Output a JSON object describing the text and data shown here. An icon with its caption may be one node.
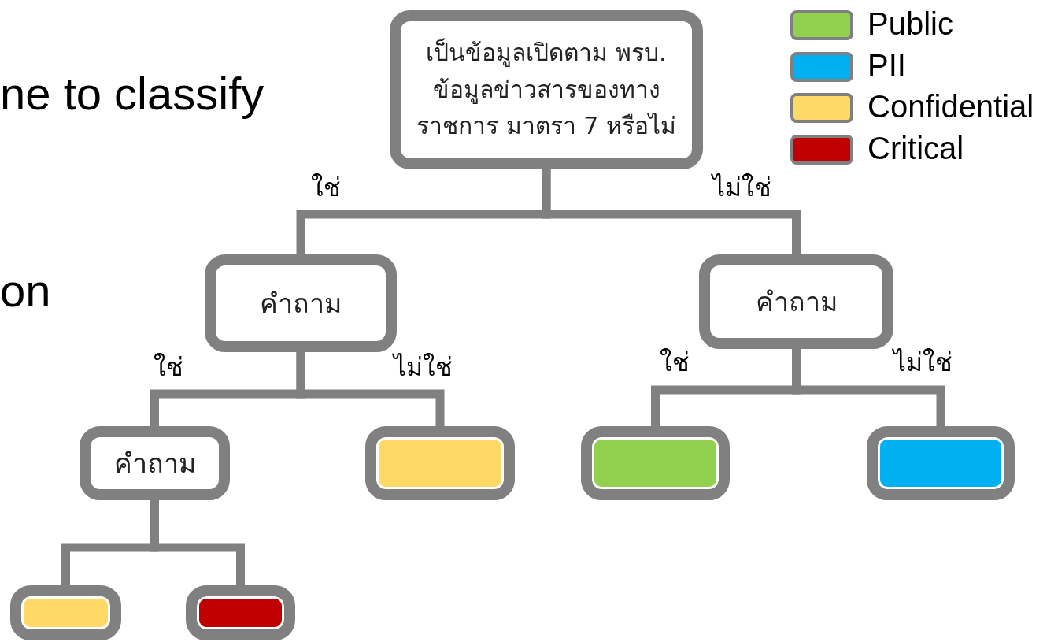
{
  "diagram": {
    "nodes": [
      {
        "text": [
          "เป็นข้อมูลเปิดตาม พรบ. ข้อมูลข่าวสารของทางราชการ มาตรา 7 หรือไม่"
        ]
      },
      {
        "text": [
          "คำถาม"
        ]
      },
      {
        "text": [
          "คำถาม"
        ]
      },
      {
        "text": [
          "คำถาม"
        ]
      },
      {
        "text": [],
        "shape": "box"
      },
      {
        "text": [],
        "shape": "box"
      },
      {
        "text": [],
        "shape": "box"
      },
      {
        "text": [],
        "shape": "box"
      },
      {
        "text": [],
        "shape": "box"
      }
    ],
    "edges": [
      {
        "from": 0,
        "to": 1,
        "arrow": "none",
        "label": "ใช่"
      },
      {
        "from": 0,
        "to": 2,
        "arrow": "none",
        "label": "ไม่ใช่"
      },
      {
        "from": 1,
        "to": 3,
        "arrow": "none",
        "label": "ใช่"
      },
      {
        "from": 1,
        "to": 4,
        "arrow": "none",
        "label": "ไม่ใช่"
      },
      {
        "from": 2,
        "to": 5,
        "arrow": "none",
        "label": "ใช่"
      },
      {
        "from": 2,
        "to": 6,
        "arrow": "none",
        "label": "ไม่ใช่"
      },
      {
        "from": 3,
        "to": 7,
        "arrow": "none"
      },
      {
        "from": 3,
        "to": 8,
        "arrow": "none"
      }
    ],
    "labels": [
      "ne to classify",
      "on"
    ],
    "legend": [
      {
        "text": "Public",
        "color": "#92d050"
      },
      {
        "text": "PII",
        "color": "#00b0f0"
      },
      {
        "text": "Confidential",
        "color": "#ffd966"
      },
      {
        "text": "Critical",
        "color": "#c00000"
      }
    ]
  }
}
